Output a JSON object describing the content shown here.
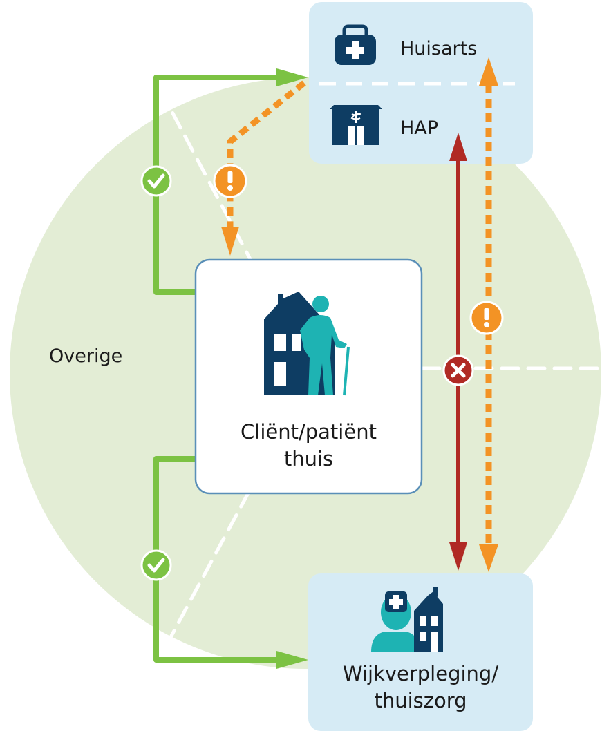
{
  "labels": {
    "huisarts": "Huisarts",
    "hap": "HAP",
    "overige": "Overige",
    "client_line1": "Cliënt/patiënt",
    "client_line2": "thuis",
    "wijk_line1": "Wijkverpleging/",
    "wijk_line2": "thuiszorg"
  },
  "colors": {
    "circle": "#e3edd5",
    "box_light": "#d6ebf5",
    "green": "#7cc243",
    "orange": "#f39325",
    "red": "#b02a24",
    "navy": "#0e3d63",
    "teal": "#1eb3b3",
    "box_border": "#5a8fb8"
  },
  "icons": {
    "huisarts": "doctor-bag-icon",
    "hap": "clinic-building-icon",
    "client": "elderly-man-house-icon",
    "wijk": "nurse-house-icon",
    "ok": "check-icon",
    "warning": "exclamation-icon",
    "error": "cross-icon"
  }
}
